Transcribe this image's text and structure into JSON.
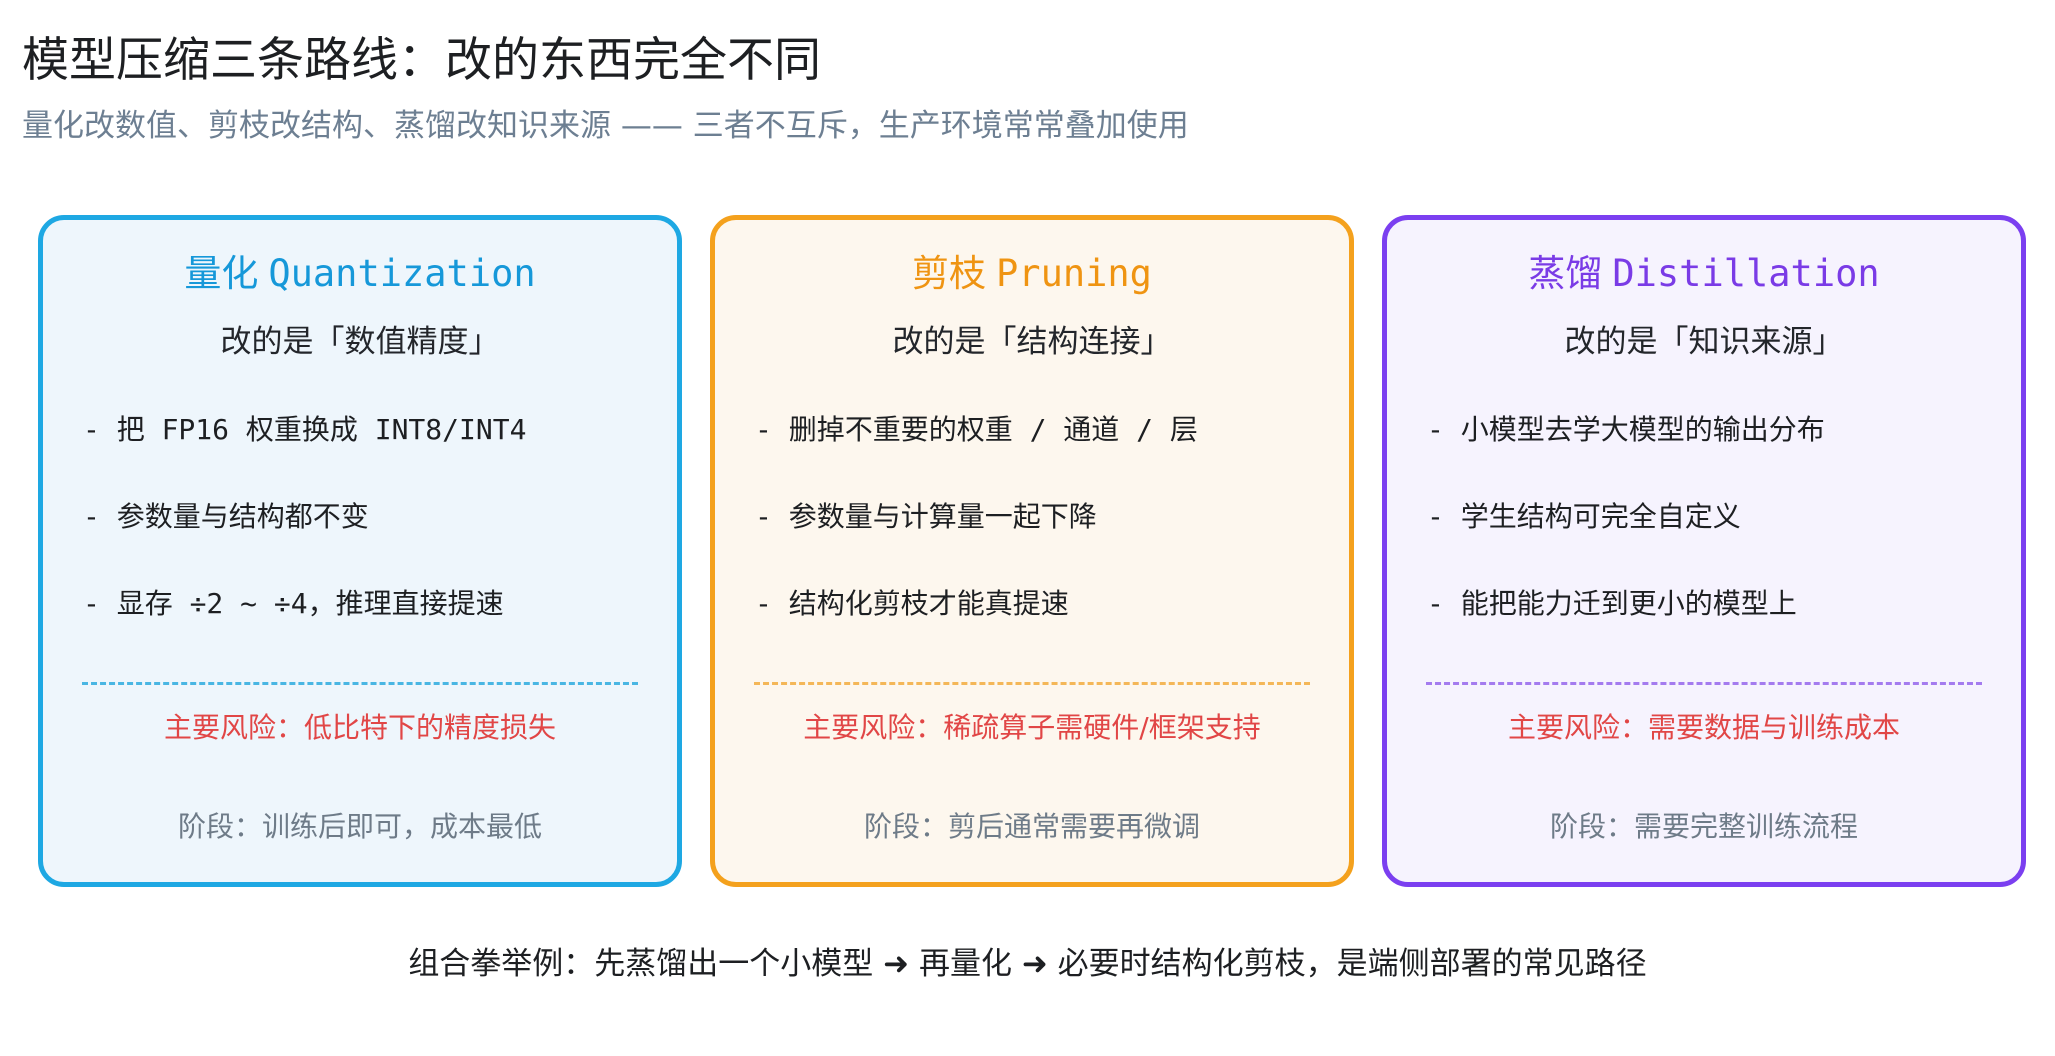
{
  "header": {
    "title": "模型压缩三条路线：改的东西完全不同",
    "subtitle": "量化改数值、剪枝改结构、蒸馏改知识来源 —— 三者不互斥，生产环境常常叠加使用"
  },
  "cards": [
    {
      "title_zh": "量化",
      "title_en": "Quantization",
      "subtitle": "改的是「数值精度」",
      "bullets": [
        "- 把 FP16 权重换成 INT8/INT4",
        "- 参数量与结构都不变",
        "- 显存 ÷2 ~ ÷4，推理直接提速"
      ],
      "risk": "主要风险：低比特下的精度损失",
      "stage": "阶段：训练后即可，成本最低",
      "accent_color": "#1ea8e3"
    },
    {
      "title_zh": "剪枝",
      "title_en": "Pruning",
      "subtitle": "改的是「结构连接」",
      "bullets": [
        "- 删掉不重要的权重 / 通道 / 层",
        "- 参数量与计算量一起下降",
        "- 结构化剪枝才能真提速"
      ],
      "risk": "主要风险：稀疏算子需硬件/框架支持",
      "stage": "阶段：剪后通常需要再微调",
      "accent_color": "#f4a11d"
    },
    {
      "title_zh": "蒸馏",
      "title_en": "Distillation",
      "subtitle": "改的是「知识来源」",
      "bullets": [
        "- 小模型去学大模型的输出分布",
        "- 学生结构可完全自定义",
        "- 能把能力迁到更小的模型上"
      ],
      "risk": "主要风险：需要数据与训练成本",
      "stage": "阶段：需要完整训练流程",
      "accent_color": "#7b3ff0"
    }
  ],
  "footer": {
    "text": "组合拳举例：先蒸馏出一个小模型 ➜ 再量化 ➜ 必要时结构化剪枝，是端侧部署的常见路径"
  },
  "colors": {
    "risk": "#e14646",
    "stage": "#6e7b88",
    "subtitle": "#6d7f92"
  }
}
